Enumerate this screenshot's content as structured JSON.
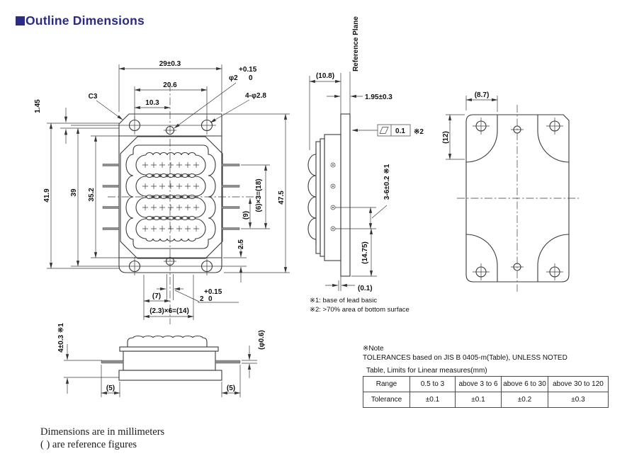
{
  "title": {
    "text": "Outline Dimensions"
  },
  "front_view": {
    "dim_width": "29±0.3",
    "dim_hole_span": "20.6",
    "dim_hole_half": "10.3",
    "chamfer_label": "C3",
    "dim_lip": "1.45",
    "dim_height": "41.9",
    "dim_hole_height": "39",
    "dim_body_height": "35.2",
    "top_hole_dia": "φ2",
    "top_hole_tol_upper": "+0.15",
    "top_hole_tol_lower": "0",
    "corner_holes_label": "4-φ2.8",
    "dim_row_half": "(9)",
    "dim_row_pitch": "(6)×3=(18)",
    "dim_total_height": "47.5",
    "dim_bottom_gap": "2.5",
    "dim_bottom_hole_offset": "(7)",
    "dim_bottom_pitch": "(2.3)×6=(14)",
    "bottom_hole_dia": "2",
    "bottom_hole_tol_upper": "+0.15",
    "bottom_hole_tol_lower": "0"
  },
  "side_view": {
    "reference_plane_label": "Reference Plane",
    "dim_depth": "(10.8)",
    "dim_flange_thickness": "1.95±0.3",
    "flatness_value": "0.1",
    "flatness_note_ref": "※2",
    "dim_lead_pitch": "3-6±0.2 ※1",
    "dim_lead_to_bottom": "(14.75)",
    "dim_gap": "(0.1)"
  },
  "rear_view": {
    "dim_pocket_width": "(8.7)",
    "dim_pocket_height": "(12)"
  },
  "bottom_view": {
    "dim_lead_height": "4±0.3 ※1",
    "dim_lead_len_left": "(5)",
    "dim_lead_len_right": "(5)",
    "dim_lead_dia": "(φ0.6)"
  },
  "notes": {
    "ref1": "※1: base of lead basic",
    "ref2": "※2: >70% area of bottom surface",
    "header": "※Note",
    "tolerance_line": "TOLERANCES based on JIS B 0405-m(Table), UNLESS NOTED",
    "table_caption": "Table, Limits for Linear measures(mm)"
  },
  "tolerance_table": {
    "header_row": [
      "Range",
      "0.5 to 3",
      "above 3 to 6",
      "above 6 to 30",
      "above 30 to 120"
    ],
    "value_row": [
      "Tolerance",
      "±0.1",
      "±0.1",
      "±0.2",
      "±0.3"
    ]
  },
  "footer": {
    "line1": "Dimensions are in millimeters",
    "line2": "( ) are reference figures"
  },
  "colors": {
    "accent": "#2b2b85",
    "line": "#3a3a3a",
    "lead_fill": "#8f8f8f"
  }
}
